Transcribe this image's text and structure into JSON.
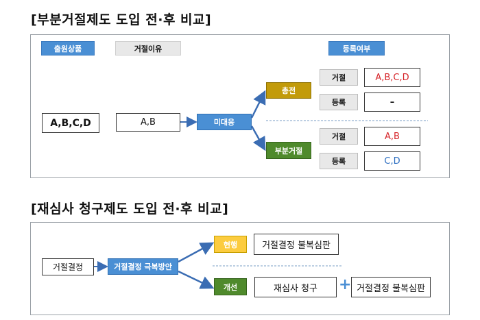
{
  "section1": {
    "title": "[부분거절제도 도입 전·후 비교]",
    "header_blue_left": "출원상품",
    "header_gray": "거절이유",
    "header_blue_right": "등록여부",
    "goods": "A,B,C,D",
    "reason": "A,B",
    "response": "미대응",
    "outcome_total": "총전",
    "outcome_partial": "부분거절",
    "label_reject": "거절",
    "label_register": "등록",
    "total_reject_value": "A,B,C,D",
    "total_register_value": "–",
    "partial_reject_value": "A,B",
    "partial_register_value": "C,D"
  },
  "section2": {
    "title": "[재심사 청구제도 도입 전·후 비교]",
    "decision": "거절결정",
    "remedy": "거절결정 극복방안",
    "current": "현행",
    "current_value": "거절결정 불복심판",
    "improved": "개선",
    "improved_value1": "재심사 청구",
    "plus": "+",
    "improved_value2": "거절결정 불복심판"
  }
}
